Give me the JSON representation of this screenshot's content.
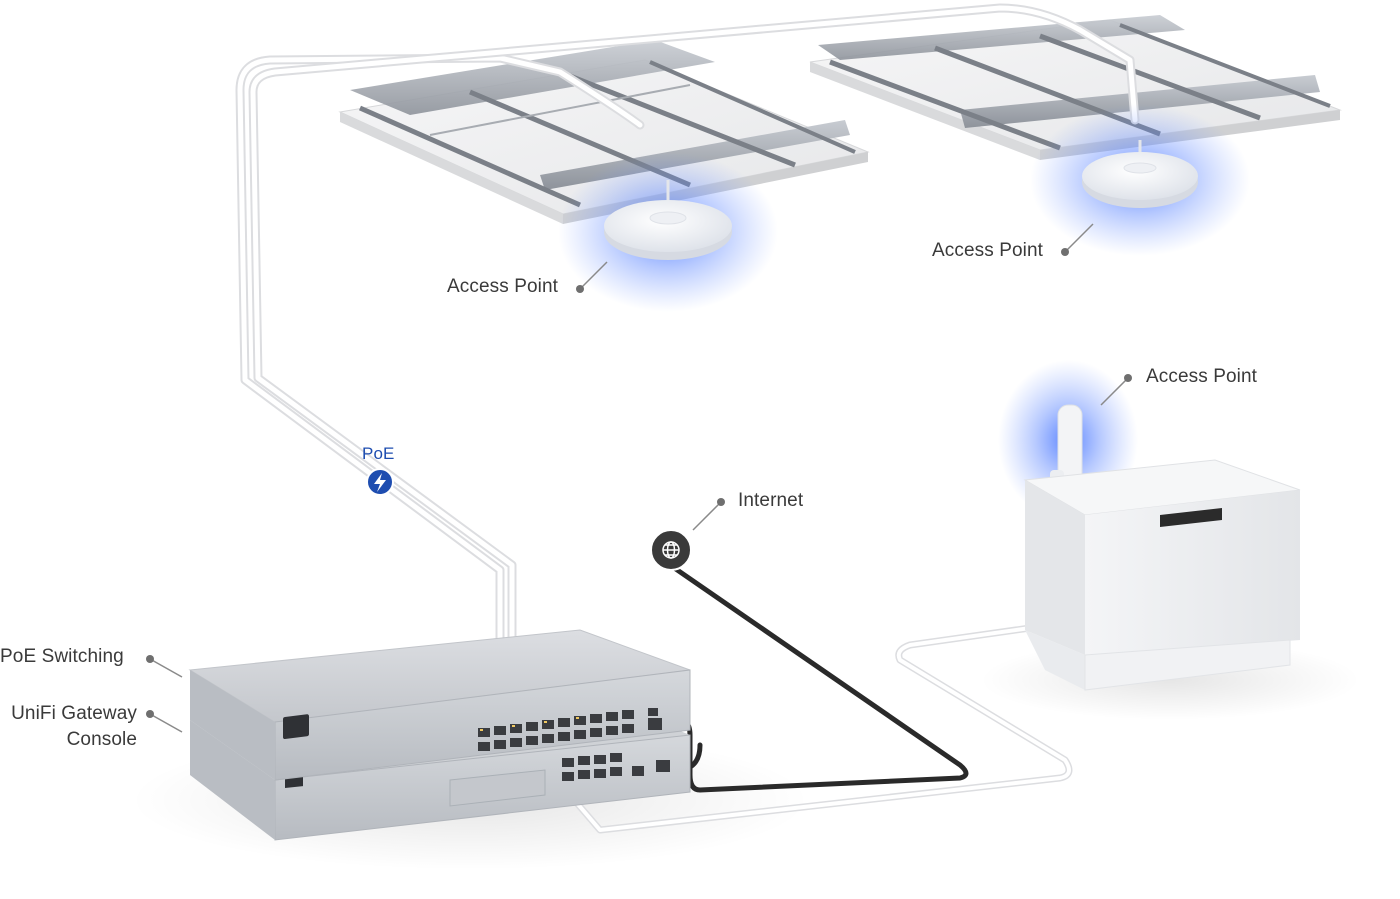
{
  "labels": {
    "ap_ceiling_left": "Access Point",
    "ap_ceiling_right": "Access Point",
    "ap_outdoor": "Access Point",
    "internet": "Internet",
    "poe": "PoE",
    "poe_switching": "PoE Switching",
    "gateway_line1": "UniFi Gateway",
    "gateway_line2": "Console"
  },
  "icons": {
    "poe_badge": "lightning-bolt-icon",
    "internet_badge": "globe-icon"
  },
  "colors": {
    "ap_glow": "#3b6cff",
    "poe_badge": "#1e4db0",
    "internet_badge": "#3a3a3a",
    "cable_dark": "#2a2a2a",
    "cable_light": "#e8e8ea"
  }
}
